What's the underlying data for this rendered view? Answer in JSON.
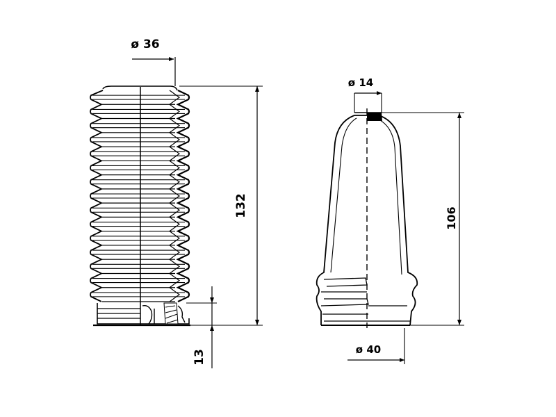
{
  "dimensions": {
    "boot1_diameter": "ø 36",
    "boot1_height": "132",
    "boot1_bottom": "13",
    "boot2_top_diameter": "ø 14",
    "boot2_height": "106",
    "boot2_bottom_diameter": "ø 40"
  },
  "colors": {
    "ink": "#000000",
    "background": "#ffffff"
  }
}
